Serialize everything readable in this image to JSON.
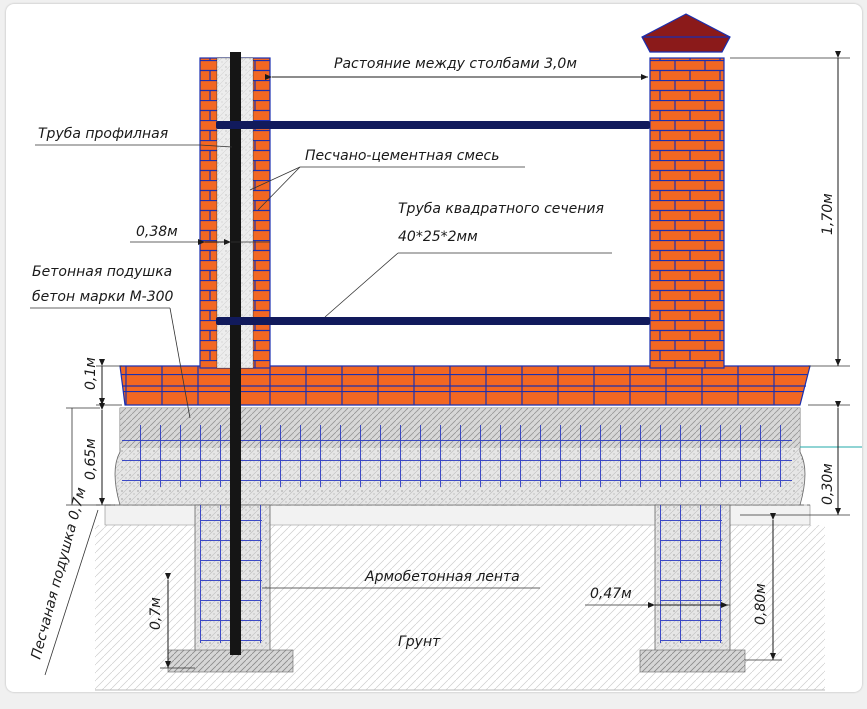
{
  "labels": {
    "distance": "Растояние между столбами 3,0м",
    "profile_pipe": "Труба профилная",
    "sand_cement": "Песчано-цементная смесь",
    "square_pipe_1": "Труба квадратного сечения",
    "square_pipe_2": "40*25*2мм",
    "concrete_pad_1": "Бетонная подушка",
    "concrete_pad_2": "бетон марки М-300",
    "dim_038": "0,38м",
    "dim_01": "0,1м",
    "dim_065": "0,65м",
    "sand_pad": "Песчаная подушка 0,7м",
    "dim_07": "0,7м",
    "armobeton": "Армобетонная лента",
    "ground": "Грунт",
    "dim_047": "0,47м",
    "dim_170": "1,70м",
    "dim_030": "0,30м",
    "dim_080": "0,80м"
  },
  "colors": {
    "brick": "#f26722",
    "mortar": "#1b2fb0",
    "cap": "#8b1a1a",
    "rail": "#111a5c",
    "concrete": "#dcdcdc",
    "rebar": "#2030c0"
  }
}
